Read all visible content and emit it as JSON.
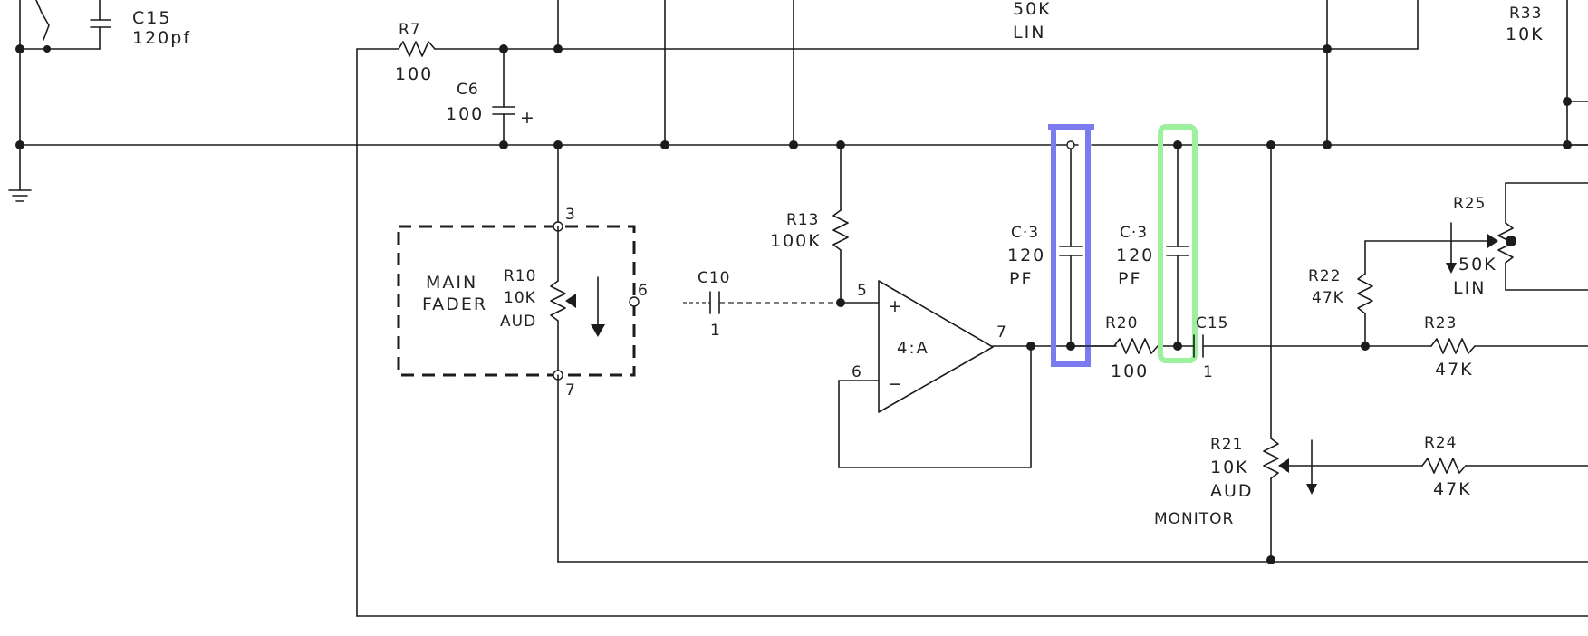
{
  "colors": {
    "blue_highlight": "#7b7bf0",
    "green_highlight": "#9df09d",
    "ink": "#1c1c1c"
  },
  "labels": {
    "c15_top": {
      "name": "C15",
      "value": "120pf"
    },
    "r7": {
      "name": "R7",
      "value": "100"
    },
    "c6": {
      "name": "C6",
      "value": "100",
      "polarity": "+"
    },
    "top_pot": {
      "value": "50K",
      "taper": "LIN"
    },
    "r33": {
      "name": "R33",
      "value": "10K"
    },
    "main_fader": {
      "line1": "MAIN",
      "line2": "FADER"
    },
    "r10": {
      "name": "R10",
      "value": "10K",
      "taper": "AUD"
    },
    "fader_pins": {
      "top": "3",
      "right": "6",
      "bottom": "7"
    },
    "c10": {
      "name": "C10",
      "value": "1"
    },
    "r13": {
      "name": "R13",
      "value": "100K"
    },
    "opamp": {
      "name": "4:A",
      "pin_noninv": "5",
      "pin_inv": "6",
      "pin_out": "7",
      "plus": "+",
      "minus": "−"
    },
    "c13_blue": {
      "name": "C·3",
      "value": "120",
      "unit": "PF"
    },
    "c13_green": {
      "name": "C·3",
      "value": "120",
      "unit": "PF"
    },
    "r20": {
      "name": "R20",
      "value": "100"
    },
    "c15_mid": {
      "name": "C15",
      "value": "1"
    },
    "r22": {
      "name": "R22",
      "value": "47K"
    },
    "r23": {
      "name": "R23",
      "value": "47K"
    },
    "r25": {
      "name": "R25",
      "value": "50K",
      "taper": "LIN"
    },
    "r21": {
      "name": "R21",
      "value": "10K",
      "taper": "AUD",
      "role": "MONITOR"
    },
    "r24": {
      "name": "R24",
      "value": "47K"
    }
  }
}
